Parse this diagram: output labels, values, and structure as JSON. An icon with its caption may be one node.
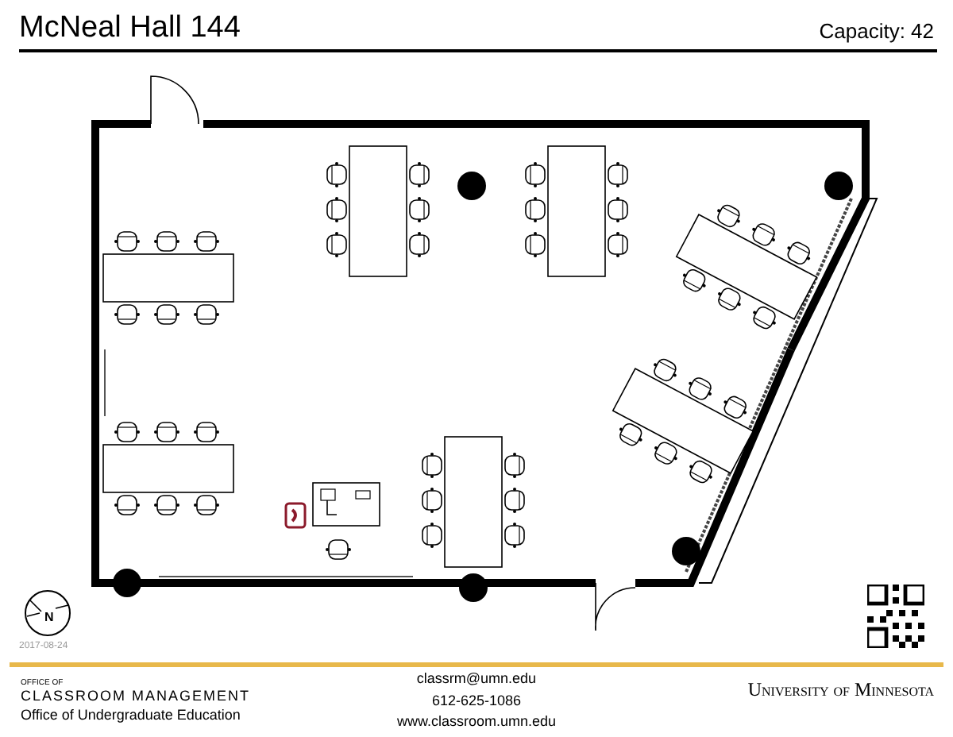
{
  "diagram": {
    "title": "McNeal Hall 144",
    "labels": [
      "Capacity: 42",
      "N",
      "2017-08-24",
      "OFFICE OF",
      "CLASSROOM MANAGEMENT",
      "Office of Undergraduate Education",
      "classrm@umn.edu",
      "612-625-1086",
      "www.classroom.umn.edu",
      "University of Minnesota"
    ]
  }
}
